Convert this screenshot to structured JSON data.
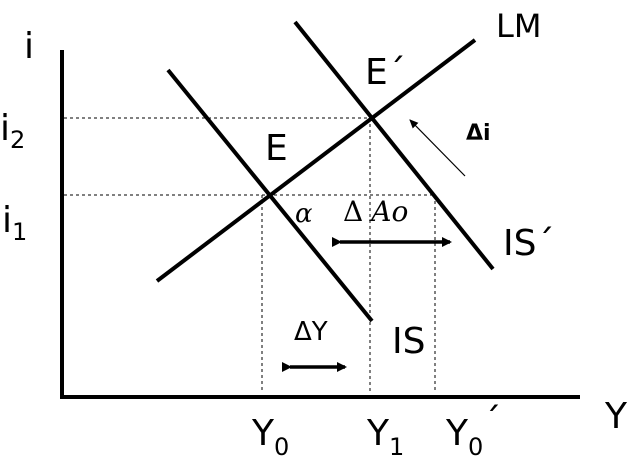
{
  "axes": {
    "y_axis_label": "i",
    "x_axis_label": "Y",
    "y_ticks": [
      {
        "base": "i",
        "sub": "2"
      },
      {
        "base": "i",
        "sub": "1"
      }
    ],
    "x_ticks": [
      {
        "base": "Y",
        "sub": "0",
        "suffix": ""
      },
      {
        "base": "Y",
        "sub": "1",
        "suffix": ""
      },
      {
        "base": "Y",
        "sub": "0",
        "suffix": "´"
      }
    ]
  },
  "curves": {
    "lm": "LM",
    "is": "IS",
    "is_shifted": "IS´"
  },
  "points": {
    "e": "E",
    "e_prime": "E´"
  },
  "annotations": {
    "alpha": "α",
    "delta_ao_delta": "Δ",
    "delta_ao_var": "Ao",
    "delta_y": "ΔY",
    "delta_i": "Δi"
  }
}
